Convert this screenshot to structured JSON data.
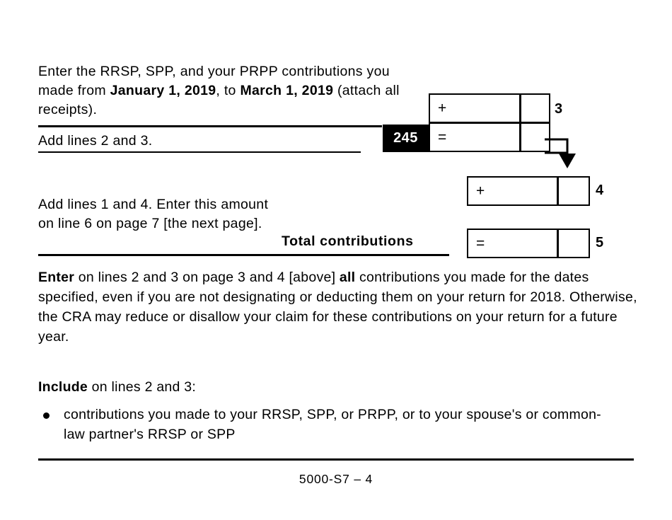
{
  "document": {
    "form_code": "5000-S7 – 4"
  },
  "line3": {
    "text_part1": "Enter the RRSP, SPP, and your PRPP contributions you made from ",
    "date_from": "January 1, 2019",
    "text_part2": ", to ",
    "date_to": "March 1, 2019",
    "text_part3": " (attach all receipts).",
    "operator": "+",
    "line_number": "3",
    "amount_value": "",
    "cents_value": ""
  },
  "line_add23": {
    "label": "Add lines 2 and 3.",
    "tag_number": "245",
    "operator": "=",
    "amount_value": "",
    "cents_value": ""
  },
  "line4": {
    "instruction_text": "Add lines 1 and 4. Enter this amount on line 6 on page 7 [the next page].",
    "operator": "+",
    "line_number": "4",
    "amount_value": "",
    "cents_value": ""
  },
  "line5": {
    "label": "Total contributions",
    "operator": "=",
    "line_number": "5",
    "amount_value": "",
    "cents_value": ""
  },
  "paragraph": {
    "bold_lead": "Enter",
    "text_part1": " on lines 2 and 3 on page 3 and 4 [above] ",
    "bold_all": "all",
    "text_part2": " contributions you made for the dates specified, even if you are not designating or deducting them on your return for 2018. Otherwise, the CRA may reduce or disallow your claim for these contributions on your return for a future year."
  },
  "include_section": {
    "bold_lead": "Include",
    "text_rest": " on lines 2 and 3:",
    "bullets": [
      "contributions you made to your RRSP, SPP, or PRPP, or to your spouse's or common-law partner's RRSP or SPP"
    ]
  },
  "colors": {
    "ink": "#000000",
    "paper": "#ffffff",
    "tag_background": "#000000",
    "tag_text": "#ffffff"
  }
}
